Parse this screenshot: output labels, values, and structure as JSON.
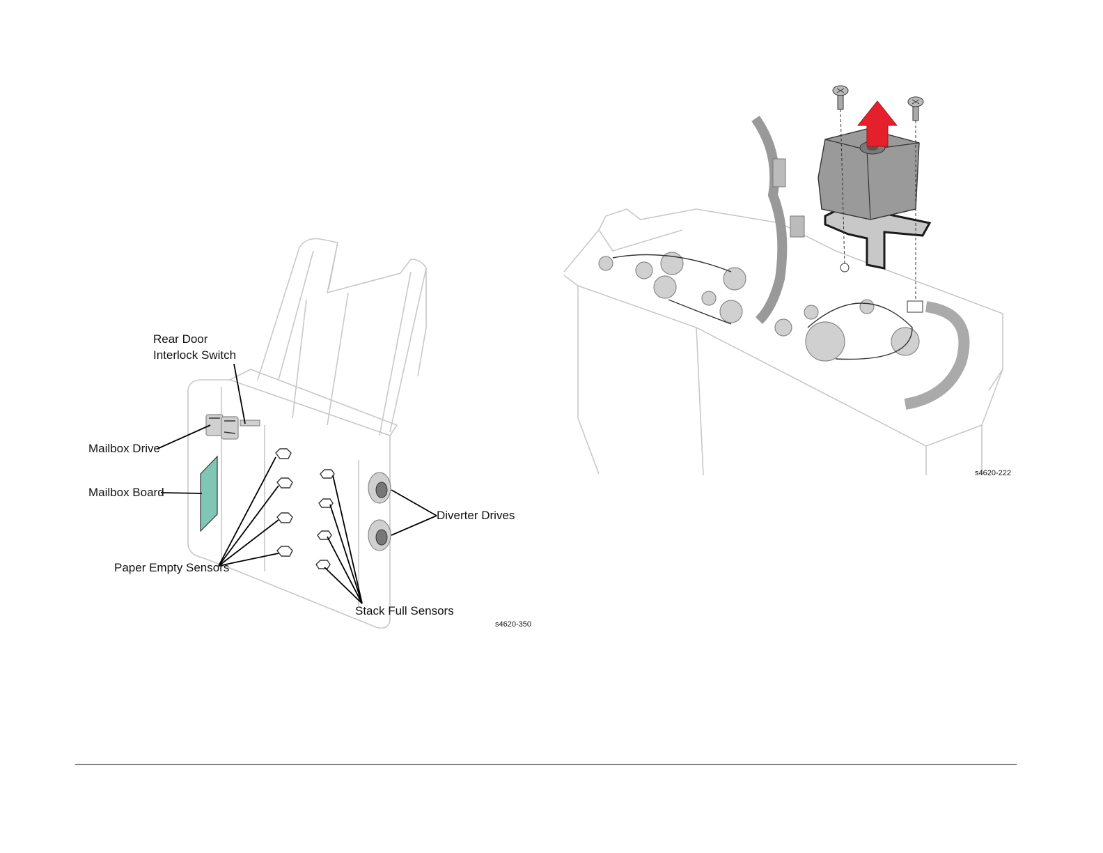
{
  "left_figure": {
    "labels": {
      "rear_door_line1": "Rear Door",
      "rear_door_line2": "Interlock Switch",
      "mailbox_drive": "Mailbox Drive",
      "mailbox_board": "Mailbox Board",
      "paper_empty_sensors": "Paper Empty Sensors",
      "diverter_drives": "Diverter Drives",
      "stack_full_sensors": "Stack Full Sensors"
    },
    "figure_id": "s4620-350",
    "colors": {
      "board": "#7fc6b4",
      "outline": "#c8c8c8"
    }
  },
  "right_figure": {
    "figure_id": "s4620-222",
    "colors": {
      "arrow": "#e4202c",
      "bracket": "#1a1a1a",
      "motor": "#8e8e8e"
    }
  }
}
